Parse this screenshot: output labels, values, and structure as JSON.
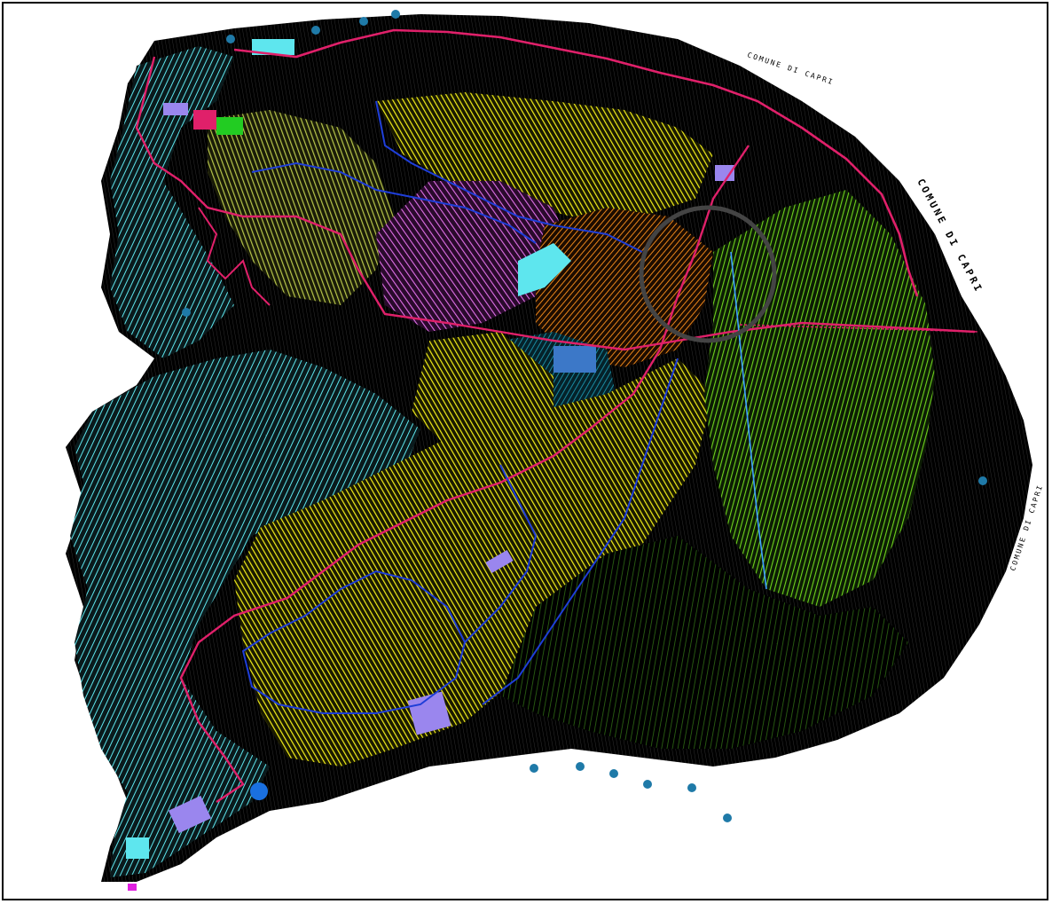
{
  "map": {
    "labels": {
      "comune_capri_east": "COMUNE DI CAPRI",
      "comune_capri_southeast": "COMUNE DI CAPRI",
      "comune_capri_north": "COMUNE DI CAPRI"
    },
    "colors": {
      "background": "#ffffff",
      "terrain_dark": "#000000",
      "coastal_cyan": "#5ee6ee",
      "urban_yellow": "#f2ee1a",
      "olive_zone": "#b8c64a",
      "magenta_zone": "#e070e8",
      "orange_center": "#e8841a",
      "green_slopes": "#6ed41c",
      "dark_green": "#2e6a14",
      "roads_pink": "#e0206a",
      "paths_blue": "#1e3ed8",
      "lavender_patch": "#9a86ee",
      "teal_zone": "#1a8aa0",
      "coast_markers": "#1f7aa8",
      "highlight_circle": "#444444"
    },
    "highlight": "circled-area-anacapri-center"
  }
}
